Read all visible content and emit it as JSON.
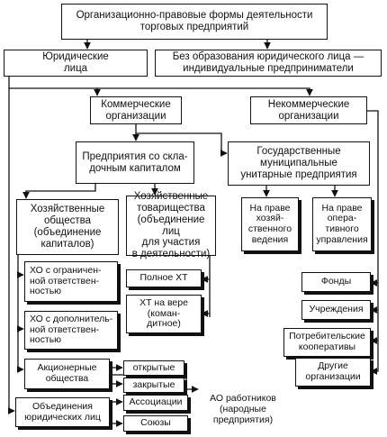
{
  "diagram": {
    "root": "Организационно-правовые формы деятельности\nторговых предприятий",
    "legal_entities": "Юридические\nлица",
    "individual": "Без образования юридического лица —\nиндивидуальные предприниматели",
    "commercial": "Коммерческие\nорганизации",
    "noncommercial": "Некоммерческие\nорганизации",
    "share_capital": "Предприятия со скла-\nдочным капиталом",
    "unitary": "Государственные\nмуниципальные\nунитарные предприятия",
    "companies": "Хозяйственные\nобщества\n(объединение\nкапиталов)",
    "partnerships": "Хозяйственные\nтоварищества\n(объединение лиц\nдля участия\nв деятельности)",
    "economic_mgmt": "На праве\nхозяй-\nственного\nведения",
    "operational_mgmt": "На праве\nопера-\nтивного\nуправления",
    "llc": "ХО с ограничен-\nной ответствен-\nностью",
    "alc": "ХО с дополнитель-\nной ответствен-\nностью",
    "jsc": "Акционерные\nобщества",
    "open": "открытые",
    "closed": "закрытые",
    "full_partnership": "Полное ХТ",
    "limited_partnership": "ХТ на вере\n(коман-\nдитное)",
    "funds": "Фонды",
    "institutions": "Учреждения",
    "consumer_coops": "Потребительские\nкооперативы",
    "other_orgs": "Другие\nорганизации",
    "associations_legal": "Объединения\nюридических лиц",
    "associations": "Ассоциации",
    "unions": "Союзы",
    "employee_jsc": "АО работников\n(народные\nпредприятия)"
  }
}
